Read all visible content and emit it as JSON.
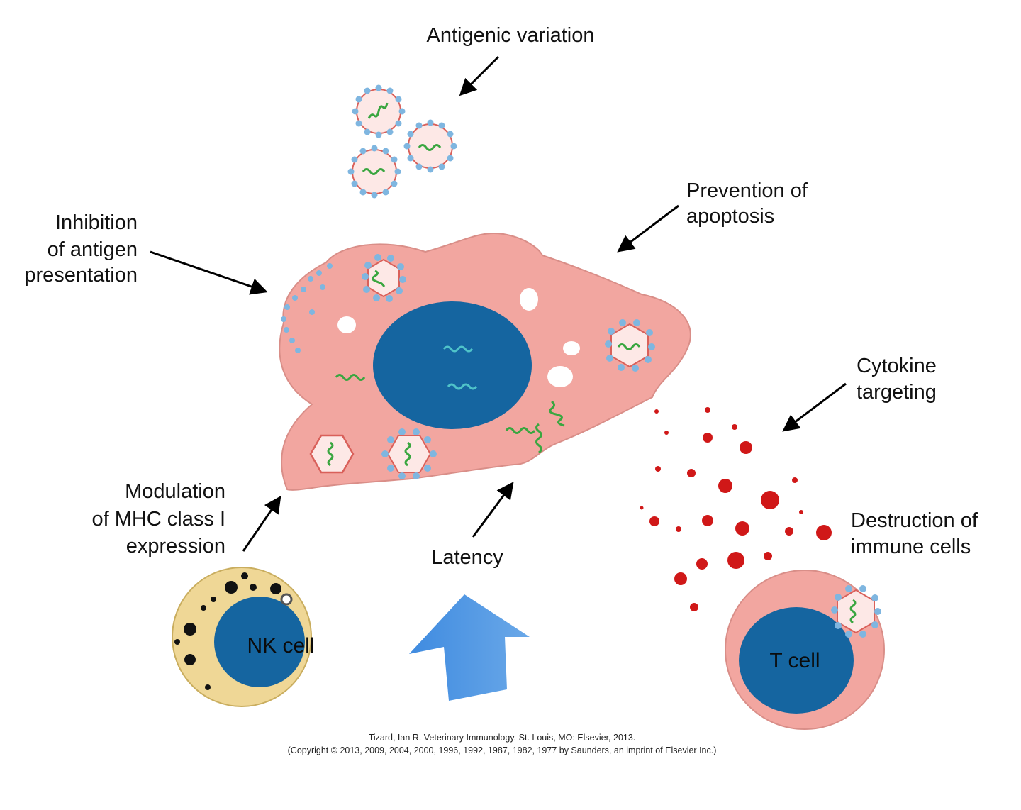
{
  "labels": {
    "antigenic_variation": "Antigenic variation",
    "prevention_line1": "Prevention of",
    "prevention_line2": "apoptosis",
    "inhibition_line1": "Inhibition",
    "inhibition_line2": "of antigen",
    "inhibition_line3": "presentation",
    "cytokine_line1": "Cytokine",
    "cytokine_line2": "targeting",
    "modulation_line1": "Modulation",
    "modulation_line2": "of MHC class I",
    "modulation_line3": "expression",
    "latency": "Latency",
    "destruction_line1": "Destruction of",
    "destruction_line2": "immune cells",
    "nk_cell": "NK cell",
    "t_cell": "T cell"
  },
  "credit": {
    "line1": "Tizard, Ian R. Veterinary Immunology. St. Louis, MO: Elsevier, 2013.",
    "line2": "(Copyright © 2013, 2009, 2004, 2000, 1996, 1992, 1987, 1982, 1977 by Saunders, an imprint of Elsevier Inc.)"
  },
  "colors": {
    "host_cell": "#f2a6a0",
    "host_cell_outline": "#d98e88",
    "nucleus": "#1565a0",
    "virus_dots": "#7fb6e0",
    "virus_rim": "#d9605a",
    "rna": "#3aa640",
    "nucleus_rna": "#4fc3c9",
    "cytokine": "#d01818",
    "nk_cytoplasm": "#efd796",
    "nk_outline": "#c9ad5e",
    "latency_arrow": "#4a90d9"
  }
}
